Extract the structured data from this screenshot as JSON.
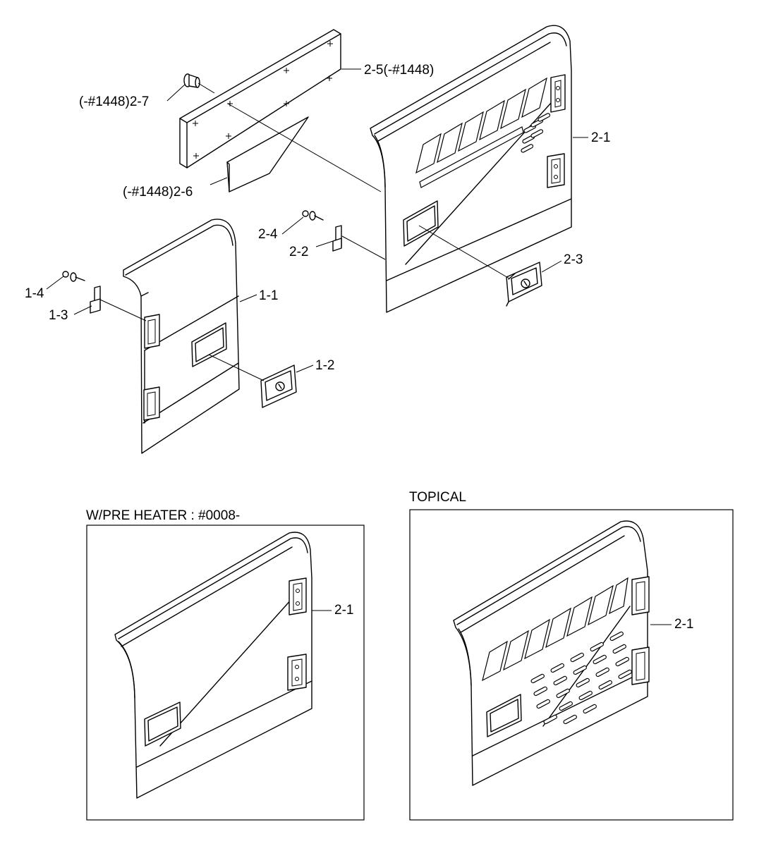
{
  "labels": {
    "l_2_5": "2-5(-#1448)",
    "l_2_7": "(-#1448)2-7",
    "l_2_6": "(-#1448)2-6",
    "l_2_1": "2-1",
    "l_2_4": "2-4",
    "l_2_2": "2-2",
    "l_2_3": "2-3",
    "l_1_1": "1-1",
    "l_1_4": "1-4",
    "l_1_3": "1-3",
    "l_1_2": "1-2",
    "l_2_1_preheater": "2-1",
    "l_2_1_topical": "2-1"
  },
  "insets": {
    "preheater_title": "W/PRE HEATER : #0008-",
    "topical_title": "TOPICAL"
  },
  "colors": {
    "line": "#000000",
    "background": "#ffffff"
  }
}
